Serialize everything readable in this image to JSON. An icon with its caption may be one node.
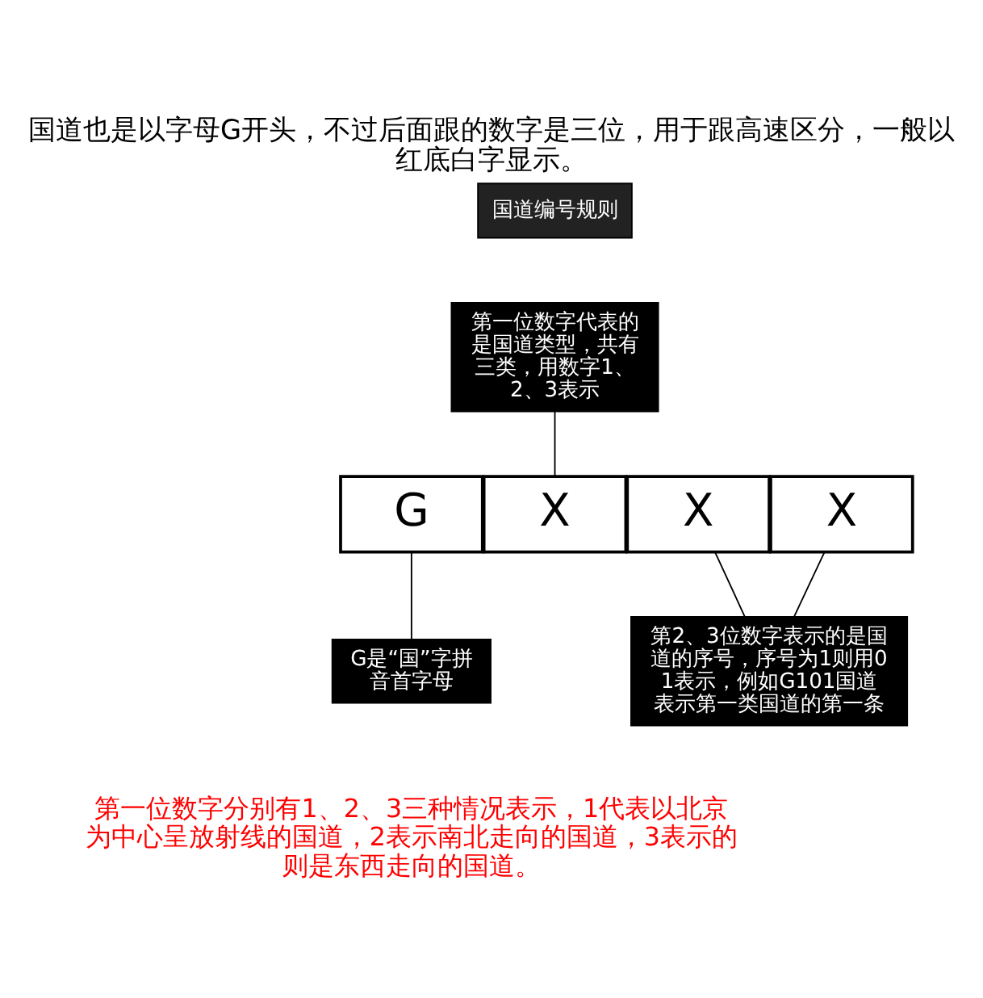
{
  "diagram": {
    "title": "国道也是以字母G开头，不过后面跟的数字是三位，用于跟高速区分，一般以红底白字显示。",
    "nodes": [
      {
        "text": [
          "第一位数字代表的是国道类型，共有三类，用数字1、2、3表示"
        ]
      },
      {
        "text": [
          "G"
        ]
      },
      {
        "text": [
          "X"
        ]
      },
      {
        "text": [
          "X"
        ]
      },
      {
        "text": [
          "X"
        ]
      },
      {
        "text": [
          "G是“国”字拼音首字母"
        ]
      },
      {
        "text": [
          "第2、3位数字表示的是国道的序号，序号为1则用01表示，例如G101国道表示第一类国道的第一条"
        ]
      }
    ],
    "edges": [
      {
        "from": 0,
        "to": 2,
        "arrow": "none"
      },
      {
        "from": 1,
        "to": 5,
        "arrow": "none"
      },
      {
        "from": 3,
        "to": 6,
        "arrow": "none"
      },
      {
        "from": 4,
        "to": 6,
        "arrow": "none"
      }
    ],
    "labels": [
      "国道编号规则",
      "第一位数字分别有1、2、3三种情况表示，1代表以北京为中心呈放射线的国道，2表示南北走向的国道，3表示的则是东西走向的国道。"
    ]
  }
}
